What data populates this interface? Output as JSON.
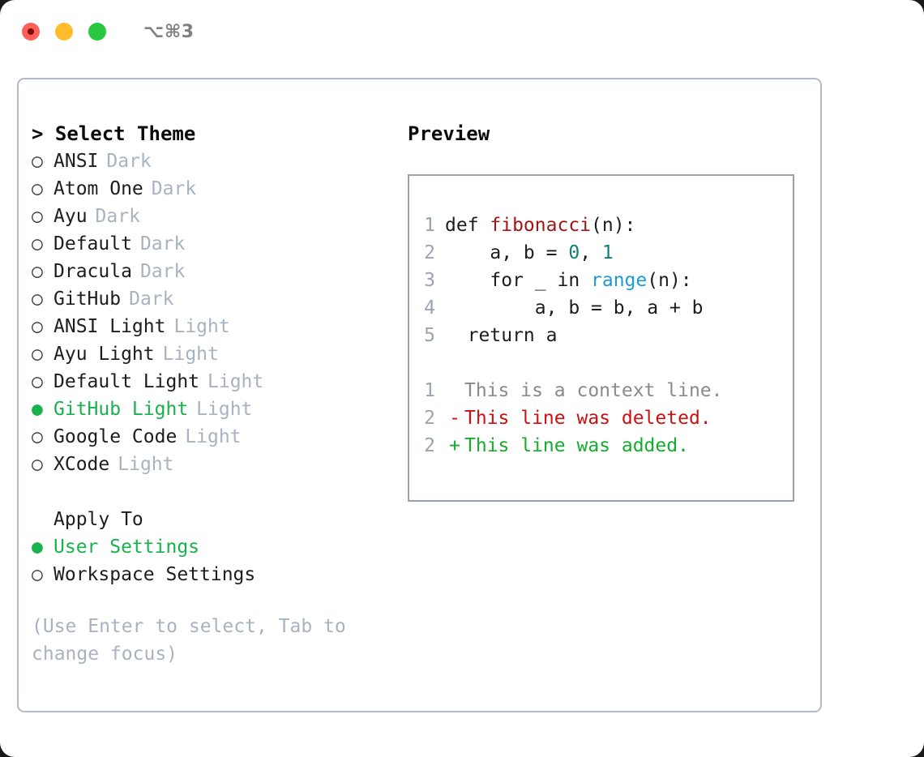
{
  "titlebar": {
    "lights": [
      {
        "name": "close",
        "color": "#fe5f57"
      },
      {
        "name": "minimize",
        "color": "#ffbd2e"
      },
      {
        "name": "maximize",
        "color": "#28c840"
      }
    ],
    "shortcut": "⌥⌘3"
  },
  "left": {
    "title": "> Select Theme",
    "themes": [
      {
        "marker": "○",
        "name": "ANSI",
        "badge": "Dark",
        "selected": false
      },
      {
        "marker": "○",
        "name": "Atom One",
        "badge": "Dark",
        "selected": false
      },
      {
        "marker": "○",
        "name": "Ayu",
        "badge": "Dark",
        "selected": false
      },
      {
        "marker": "○",
        "name": "Default",
        "badge": "Dark",
        "selected": false
      },
      {
        "marker": "○",
        "name": "Dracula",
        "badge": "Dark",
        "selected": false
      },
      {
        "marker": "○",
        "name": "GitHub",
        "badge": "Dark",
        "selected": false
      },
      {
        "marker": "○",
        "name": "ANSI Light",
        "badge": "Light",
        "selected": false
      },
      {
        "marker": "○",
        "name": "Ayu Light",
        "badge": "Light",
        "selected": false
      },
      {
        "marker": "○",
        "name": "Default Light",
        "badge": "Light",
        "selected": false
      },
      {
        "marker": "●",
        "name": "GitHub Light",
        "badge": "Light",
        "selected": true
      },
      {
        "marker": "○",
        "name": "Google Code",
        "badge": "Light",
        "selected": false
      },
      {
        "marker": "○",
        "name": "XCode",
        "badge": "Light",
        "selected": false
      }
    ],
    "apply_to_title": "Apply To",
    "apply_to": [
      {
        "marker": "●",
        "name": "User Settings",
        "selected": true
      },
      {
        "marker": "○",
        "name": "Workspace Settings",
        "selected": false
      }
    ],
    "hint": "(Use Enter to select, Tab to change focus)"
  },
  "right": {
    "title": "Preview",
    "code": [
      {
        "no": "1",
        "segments": [
          {
            "t": "def ",
            "c": "plain"
          },
          {
            "t": "fibonacci",
            "c": "fn"
          },
          {
            "t": "(n):",
            "c": "plain"
          }
        ]
      },
      {
        "no": "2",
        "segments": [
          {
            "t": "    a, b = ",
            "c": "plain"
          },
          {
            "t": "0",
            "c": "num"
          },
          {
            "t": ", ",
            "c": "plain"
          },
          {
            "t": "1",
            "c": "num"
          }
        ]
      },
      {
        "no": "3",
        "segments": [
          {
            "t": "    for _ in ",
            "c": "plain"
          },
          {
            "t": "range",
            "c": "kw"
          },
          {
            "t": "(n):",
            "c": "plain"
          }
        ]
      },
      {
        "no": "4",
        "segments": [
          {
            "t": "        a, b = b, a + b",
            "c": "plain"
          }
        ]
      },
      {
        "no": "5",
        "segments": [
          {
            "t": "  return a",
            "c": "plain"
          }
        ]
      }
    ],
    "diff": [
      {
        "no": "1",
        "mark": " ",
        "text": "This is a context line.",
        "kind": "ctx"
      },
      {
        "no": "2",
        "mark": "-",
        "text": "This line was deleted.",
        "kind": "del"
      },
      {
        "no": "2",
        "mark": "+",
        "text": "This line was added.",
        "kind": "add"
      }
    ]
  },
  "colors": {
    "accent_green": "#17b24b",
    "muted": "#a9b2c0",
    "fn_red": "#a31515",
    "num_teal": "#0e8174",
    "kw_blue": "#1e9bd0",
    "diff_del": "#cc1111",
    "diff_add": "#14ad2c",
    "border": "#b3bbc8"
  }
}
